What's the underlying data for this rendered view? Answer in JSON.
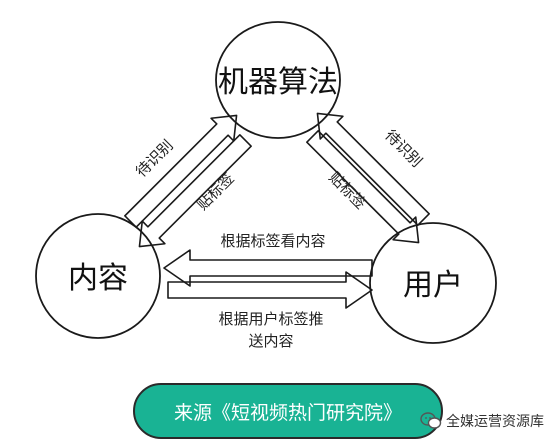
{
  "nodes": {
    "algorithm": "机器算法",
    "content": "内容",
    "user": "用户"
  },
  "edges": {
    "content_to_algo_top": "待识别",
    "content_to_algo_bottom": "贴标签",
    "user_to_algo_top": "待识别",
    "user_to_algo_bottom": "贴标签",
    "user_to_content": "根据标签看内容",
    "content_to_user_line1": "根据用户标签推",
    "content_to_user_line2": "送内容"
  },
  "source": "来源《短视频热门研究院》",
  "watermark": "全媒运营资源库",
  "colors": {
    "pill": "#19b394",
    "stroke": "#1a1a1a",
    "background": "#ffffff"
  }
}
